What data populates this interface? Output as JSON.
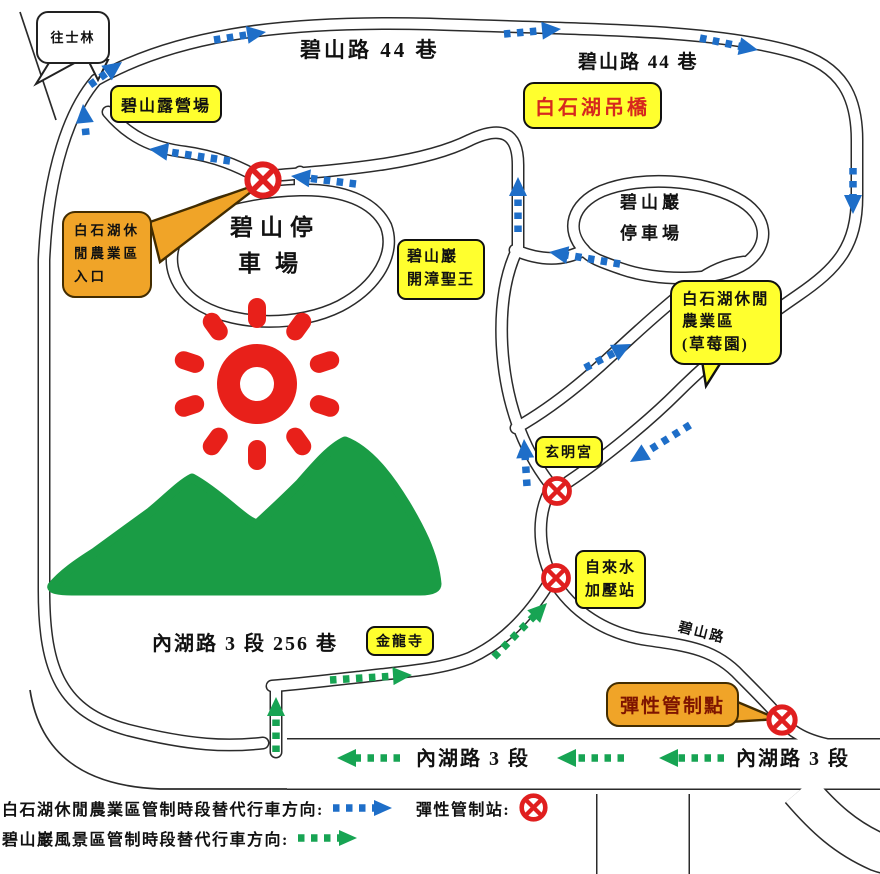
{
  "colors": {
    "label_yellow": "#ffff2e",
    "label_orange": "#f0a428",
    "arrow_blue": "#1e6ec8",
    "arrow_green": "#17a453",
    "sign_red": "#e01f1f",
    "sun_red": "#e8201a",
    "mountain_green": "#1a9c45",
    "road_line": "#2b2b2b",
    "bridge_text_red": "#d6281e",
    "flexible_text_red": "#7e1400"
  },
  "map": {
    "bubble_to_shilin": "往士林",
    "road_44_left": "碧山路 44 巷",
    "road_44_right": "碧山路 44 巷",
    "campground": "碧山露營場",
    "bridge": "白石湖吊橋",
    "entrance_line1": "白石湖休",
    "entrance_line2": "閒農業區",
    "entrance_line3": "入口",
    "bishan_parking_line1": "碧山停",
    "bishan_parking_line2": "車場",
    "bishanyan_parking_line1": "碧山巖",
    "bishanyan_parking_line2": "停車場",
    "kaizhang_line1": "碧山巖",
    "kaizhang_line2": "開漳聖王",
    "strawberry_line1": "白石湖休閒",
    "strawberry_line2": "農業區",
    "strawberry_line3": "(草莓園)",
    "xuanming": "玄明宮",
    "water_line1": "自來水",
    "water_line2": "加壓站",
    "jinlong": "金龍寺",
    "road_256": "內湖路 3 段 256 巷",
    "flexible_point": "彈性管制點",
    "road_bishan": "碧山路",
    "road_neihu3_center": "內湖路 3 段",
    "road_neihu3_right": "內湖路 3 段"
  },
  "legend": {
    "blue_desc": "白石湖休閒農業區管制時段替代行車方向:",
    "station_label": "彈性管制站:",
    "green_desc": "碧山巖風景區管制時段替代行車方向:"
  },
  "icons": {
    "no_entry": "no-entry-sign",
    "blue_arrow": "blue-dotted-arrow",
    "green_arrow": "green-dotted-arrow",
    "sun": "red-sun",
    "mountain": "green-mountain"
  }
}
